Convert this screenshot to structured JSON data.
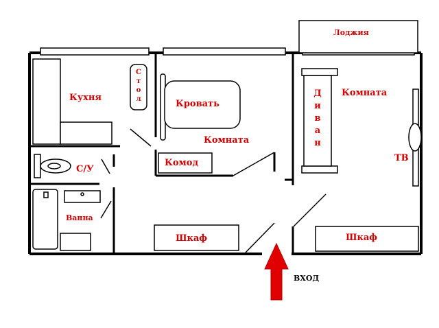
{
  "plan": {
    "rooms": {
      "kitchen": "Кухня",
      "bedroom": "Комната",
      "living_room": "Комната",
      "toilet": "С/У",
      "bathroom": "Ванна",
      "loggia": "Лоджия"
    },
    "furniture": {
      "table": "Стол",
      "bed": "Кровать",
      "dresser": "Комод",
      "wardrobe_left": "Шкаф",
      "wardrobe_right": "Шкаф",
      "sofa": "Диван",
      "tv": "ТВ"
    },
    "entrance": "ВХОД",
    "colors": {
      "wall": "#000000",
      "label": "#d40000",
      "arrow": "#e00000",
      "window": "#ffffff"
    }
  }
}
